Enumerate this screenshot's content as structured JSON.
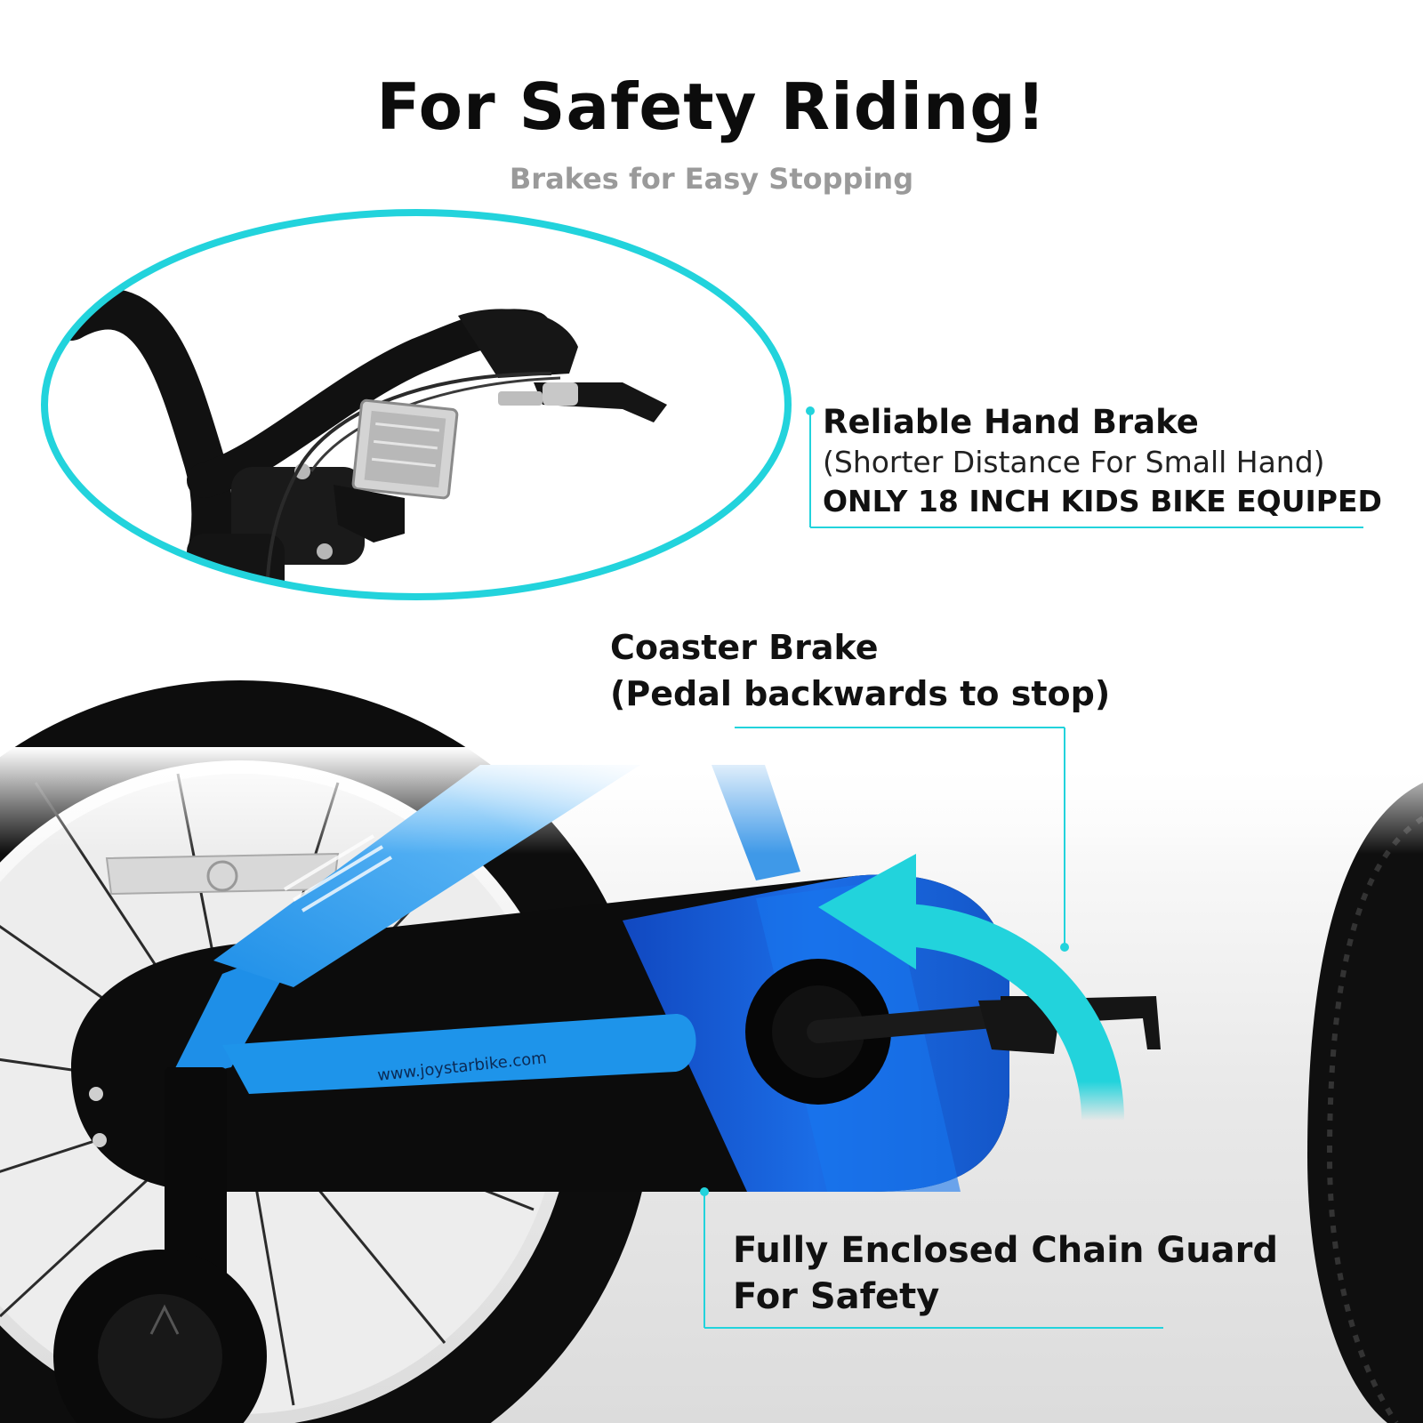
{
  "header": {
    "title": "For Safety Riding!",
    "subtitle": "Brakes for Easy Stopping"
  },
  "callouts": {
    "hand_brake": {
      "title": "Reliable Hand Brake",
      "note": "(Shorter Distance For Small Hand)",
      "caps": "ONLY 18 INCH KIDS BIKE EQUIPED"
    },
    "coaster_brake": {
      "line1": "Coaster Brake",
      "line2": "(Pedal backwards to stop)"
    },
    "chain_guard": {
      "line1": "Fully Enclosed Chain Guard",
      "line2": "For Safety"
    }
  },
  "photo": {
    "url_text": "www.joystarbike.com"
  },
  "colors": {
    "accent": "#22d3dc",
    "frame_blue": "#1e8fe8",
    "guard_blue": "#1560d8",
    "black": "#0d0d0d",
    "subtitle_gray": "#9a9a9a"
  },
  "icons": {
    "arrow": "curved-arrow-icon"
  }
}
